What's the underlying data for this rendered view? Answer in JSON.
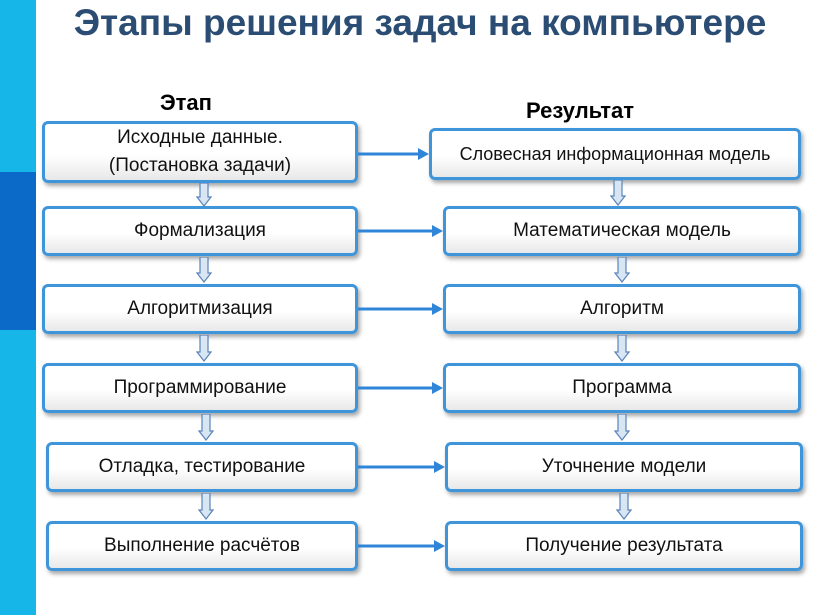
{
  "title": "Этапы решения задач на компьютере",
  "headers": {
    "stage": "Этап",
    "result": "Результат"
  },
  "stages": [
    {
      "line1": "Исходные данные.",
      "line2": "(Постановка задачи)"
    },
    {
      "line1": "Формализация"
    },
    {
      "line1": "Алгоритмизация"
    },
    {
      "line1": "Программирование"
    },
    {
      "line1": "Отладка, тестирование"
    },
    {
      "line1": "Выполнение расчётов"
    }
  ],
  "results": [
    "Словесная информационная модель",
    "Математическая модель",
    "Алгоритм",
    "Программа",
    "Уточнение модели",
    "Получение результата"
  ],
  "colors": {
    "accent": "#3f95da",
    "title": "#2b4c73",
    "stripe_light": "#17b6e8",
    "stripe_dark": "#0b69c7"
  }
}
